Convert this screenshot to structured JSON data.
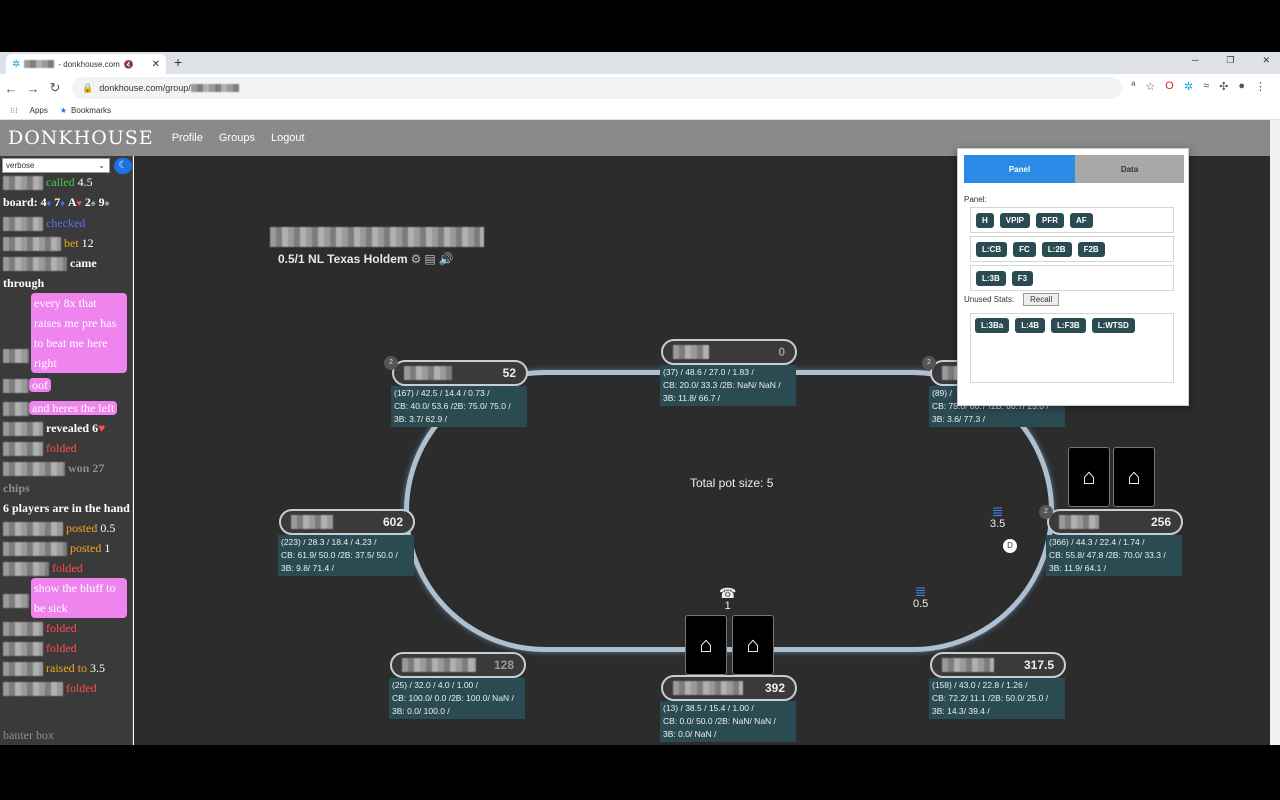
{
  "browser": {
    "tab_title_suffix": "- donkhouse.com",
    "url": "donkhouse.com/group/",
    "bookmarks": [
      "Apps",
      "Bookmarks"
    ]
  },
  "site": {
    "logo": "DONKHOUSE",
    "nav": [
      "Profile",
      "Groups",
      "Logout"
    ]
  },
  "sidebar": {
    "verbosity": "verbose",
    "log": {
      "called": "called",
      "called_amt": "4.5",
      "board_label": "board:",
      "board": [
        {
          "rank": "4",
          "suit": "♦",
          "color": "#4d6bff"
        },
        {
          "rank": "7",
          "suit": "♦",
          "color": "#4d6bff"
        },
        {
          "rank": "A",
          "suit": "♥",
          "color": "#ff4d4d"
        },
        {
          "rank": "2",
          "suit": "♠",
          "color": "#aaaaaa"
        },
        {
          "rank": "9",
          "suit": "♠",
          "color": "#aaaaaa"
        }
      ],
      "checked": "checked",
      "bet": "bet",
      "bet_amt": "12",
      "came_through_1": "came",
      "came_through_2": "through",
      "chat1": "every 8x that raises me pre has to beat me here right",
      "chat2": "oof",
      "chat3": "and heres the left",
      "revealed": "revealed",
      "revealed_card": "6",
      "revealed_suit": "♥",
      "folded": "folded",
      "won": "won 27",
      "chips": "chips",
      "players_in_hand": "6 players are in the hand",
      "posted": "posted",
      "posted_sb": "0.5",
      "posted_bb": "1",
      "chat4": "show the bluff to be sick",
      "raised_to": "raised to",
      "raised_amt": "3.5"
    },
    "banter": "banter box"
  },
  "table": {
    "game_name": "0.5/1 NL Texas Holdem",
    "pot_label": "Total pot size: 5",
    "seats": {
      "top_left": {
        "stack": "52",
        "badge": "2",
        "stats": [
          "(167) / 42.5 / 14.4 / 0.73 /",
          "CB: 40.0/ 53.6 /2B: 75.0/ 75.0 /",
          "3B: 3.7/ 62.9 /"
        ]
      },
      "top_center": {
        "stack": "0",
        "stats": [
          "(37) / 48.6 / 27.0 / 1.83 /",
          "CB: 20.0/ 33.3 /2B: NaN/ NaN /",
          "3B: 11.8/ 66.7 /"
        ]
      },
      "top_right": {
        "badge": "2",
        "stats": [
          "(89) /",
          "CB: 75.0/ 66.7 /2B: 66.7/ 25.0 /",
          "3B: 3.6/ 77.3 /"
        ]
      },
      "left": {
        "stack": "602",
        "stats": [
          "(223) / 28.3 / 18.4 / 4.23 /",
          "CB: 61.9/ 50.0 /2B: 37.5/ 50.0 /",
          "3B: 9.8/ 71.4 /"
        ]
      },
      "right": {
        "stack": "256",
        "badge": "2",
        "stats": [
          "(366) / 44.3 / 22.4 / 1.74 /",
          "CB: 55.8/ 47.8 /2B: 70.0/ 33.3 /",
          "3B: 11.9/ 64.1 /"
        ]
      },
      "bottom_left": {
        "stack": "128",
        "stats": [
          "(25) / 32.0 / 4.0 / 1.00 /",
          "CB: 100.0/ 0.0 /2B: 100.0/ NaN /",
          "3B: 0.0/ 100.0 /"
        ]
      },
      "bottom_center": {
        "stack": "392",
        "stats": [
          "(13) / 38.5 / 15.4 / 1.00 /",
          "CB: 0.0/ 50.0 /2B: NaN/ NaN /",
          "3B: 0.0/ NaN /"
        ]
      },
      "bottom_right": {
        "stack": "317.5",
        "stats": [
          "(158) / 43.0 / 22.8 / 1.26 /",
          "CB: 72.2/ 11.1 /2B: 50.0/ 25.0 /",
          "3B: 14.3/ 39.4 /"
        ]
      }
    },
    "bets": {
      "right": "3.5",
      "sb": "0.5",
      "hero": "1"
    },
    "dealer": "D"
  },
  "extension": {
    "tab_panel": "Panel",
    "tab_data": "Data",
    "panel_label": "Panel:",
    "row1": [
      "H",
      "VPIP",
      "PFR",
      "AF"
    ],
    "row2": [
      "L:CB",
      "FC",
      "L:2B",
      "F2B"
    ],
    "row3": [
      "L:3B",
      "F3"
    ],
    "unused_label": "Unused Stats:",
    "recall": "Recall",
    "unused": [
      "L:3Ba",
      "L:4B",
      "L:F3B",
      "L:WTSD"
    ]
  }
}
